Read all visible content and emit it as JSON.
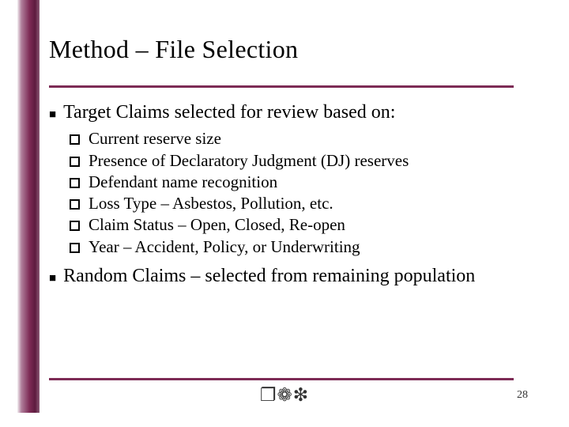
{
  "slide": {
    "title": "Method – File Selection",
    "accent_color": "#7d2b55",
    "background_color": "#ffffff",
    "sections": [
      {
        "level1": "Target Claims selected for review based on:",
        "sub_items": [
          "Current reserve size",
          "Presence of Declaratory Judgment (DJ) reserves",
          "Defendant name recognition",
          "Loss Type – Asbestos, Pollution, etc.",
          "Claim Status – Open, Closed, Re-open",
          "Year – Accident, Policy, or Underwriting"
        ]
      },
      {
        "level1": "Random Claims – selected from remaining population",
        "sub_items": []
      }
    ],
    "footer": {
      "glyphs": "❐❁❇",
      "page_number": "28"
    }
  }
}
